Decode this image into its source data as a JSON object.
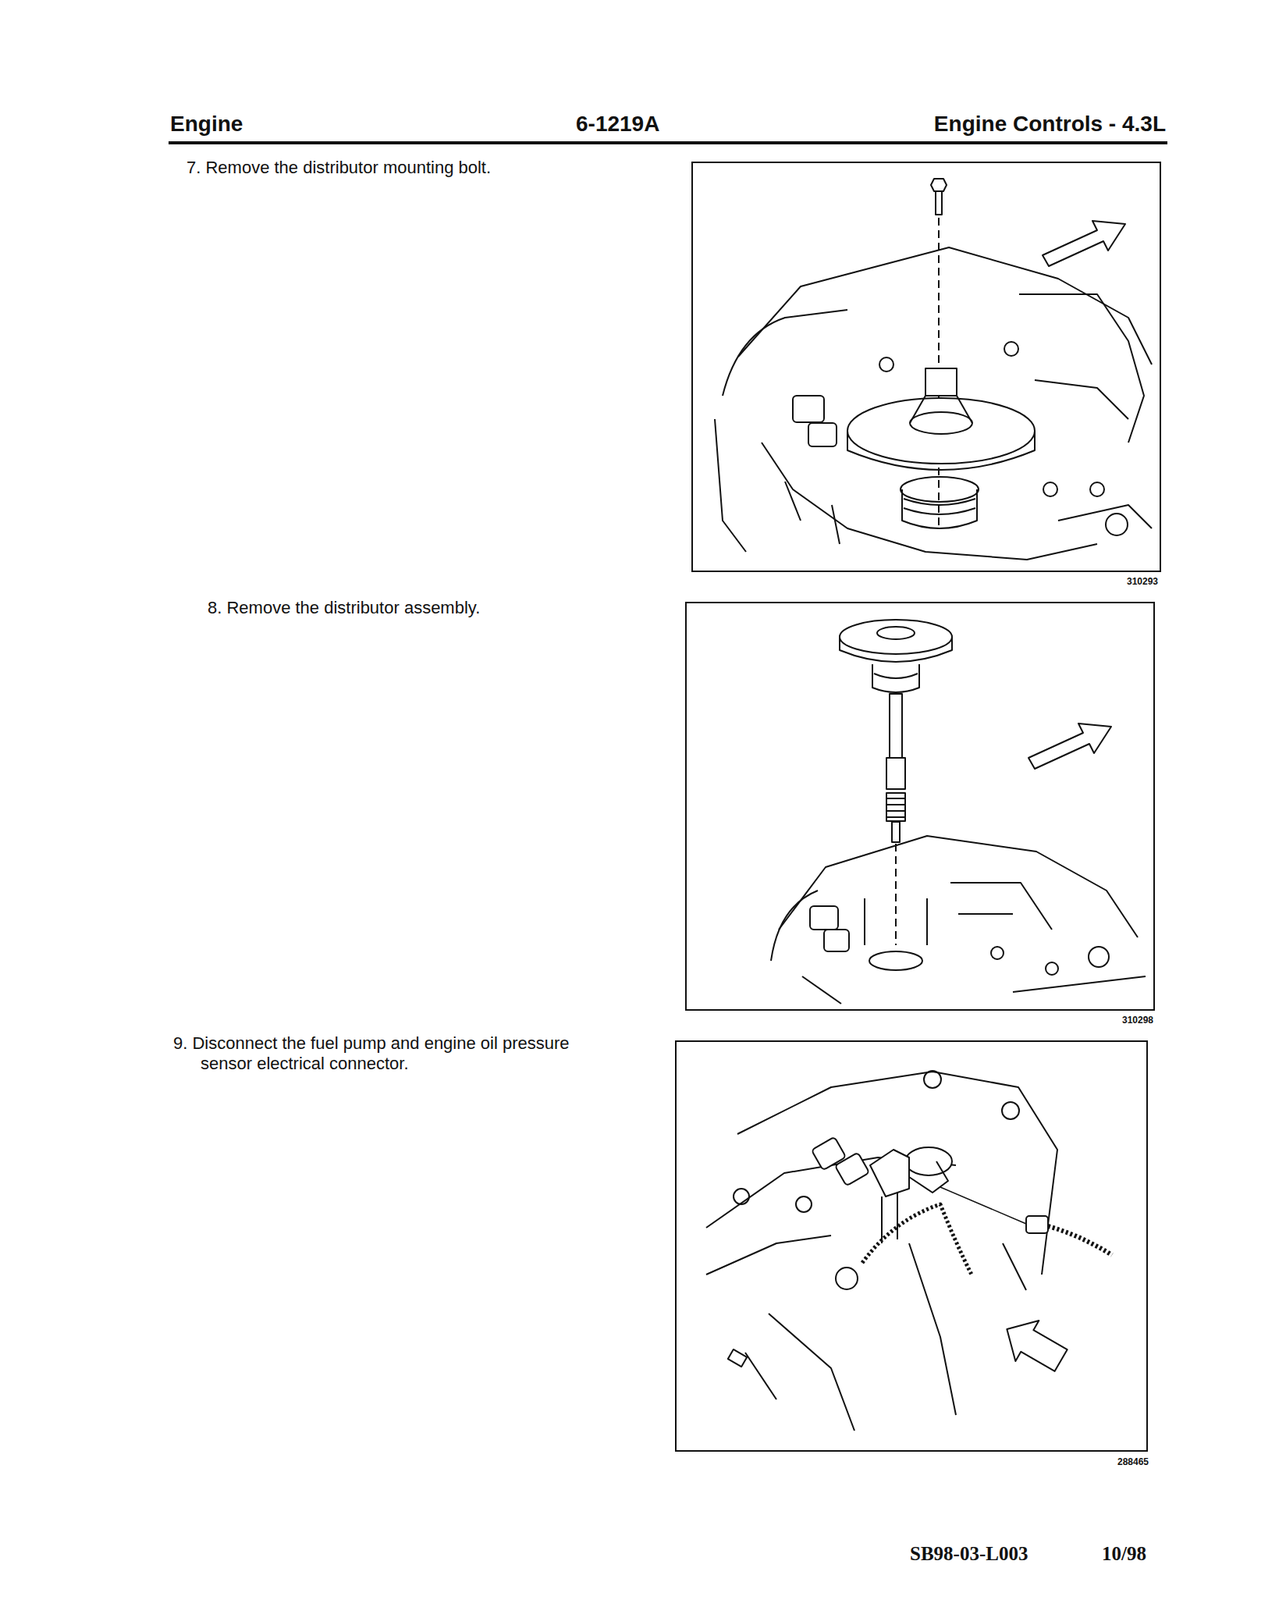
{
  "diagram": {
    "labels": [
      "Engine",
      "6-1219A",
      "Engine Controls - 4.3L",
      "7. Remove the distributor mounting bolt.",
      "310293",
      "8. Remove the distributor assembly.",
      "310298",
      "9. Disconnect the fuel pump and engine oil pressure sensor electrical connector.",
      "288465",
      "SB98-03-L003",
      "10/98"
    ]
  }
}
